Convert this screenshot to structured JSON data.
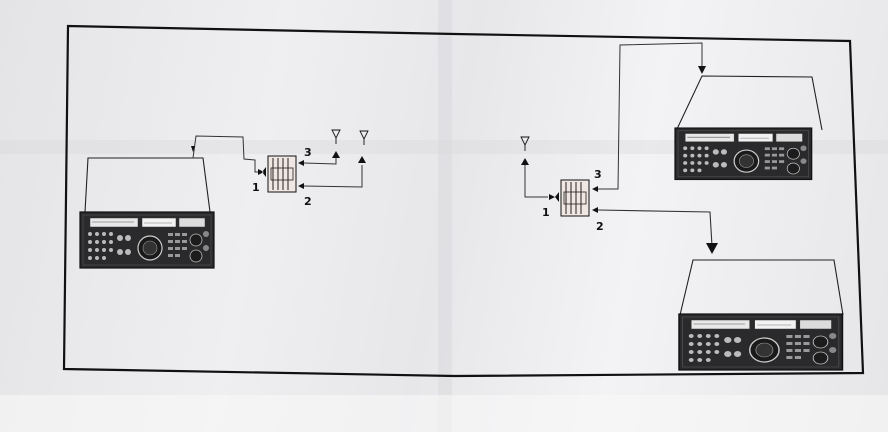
{
  "diagram": {
    "left_station": {
      "switch_ports": {
        "p1": "1",
        "p2": "2",
        "p3": "3"
      }
    },
    "right_station": {
      "switch_ports": {
        "p1": "1",
        "p2": "2",
        "p3": "3"
      }
    }
  }
}
